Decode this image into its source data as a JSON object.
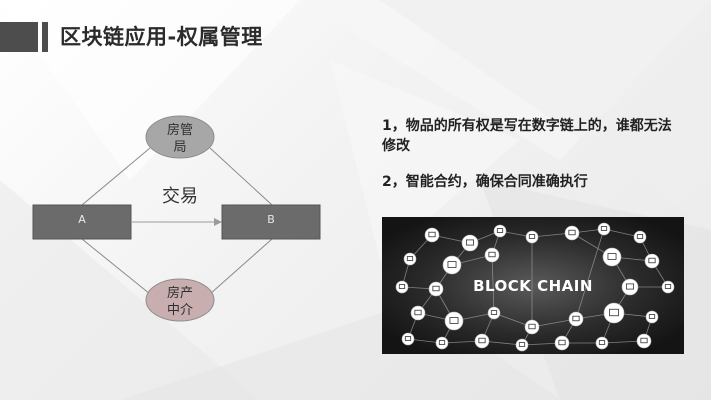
{
  "title": "区块链应用-权属管理",
  "diagram": {
    "top_node": "房管\n局",
    "bottom_node": "房产\n中介",
    "left_box": "A",
    "right_box": "B",
    "edge_label": "交易"
  },
  "points": [
    "1，物品的所有权是写在数字链上的，谁都无法修改",
    "2，智能合约，确保合同准确执行"
  ],
  "image": {
    "label": "BLOCK CHAIN"
  }
}
